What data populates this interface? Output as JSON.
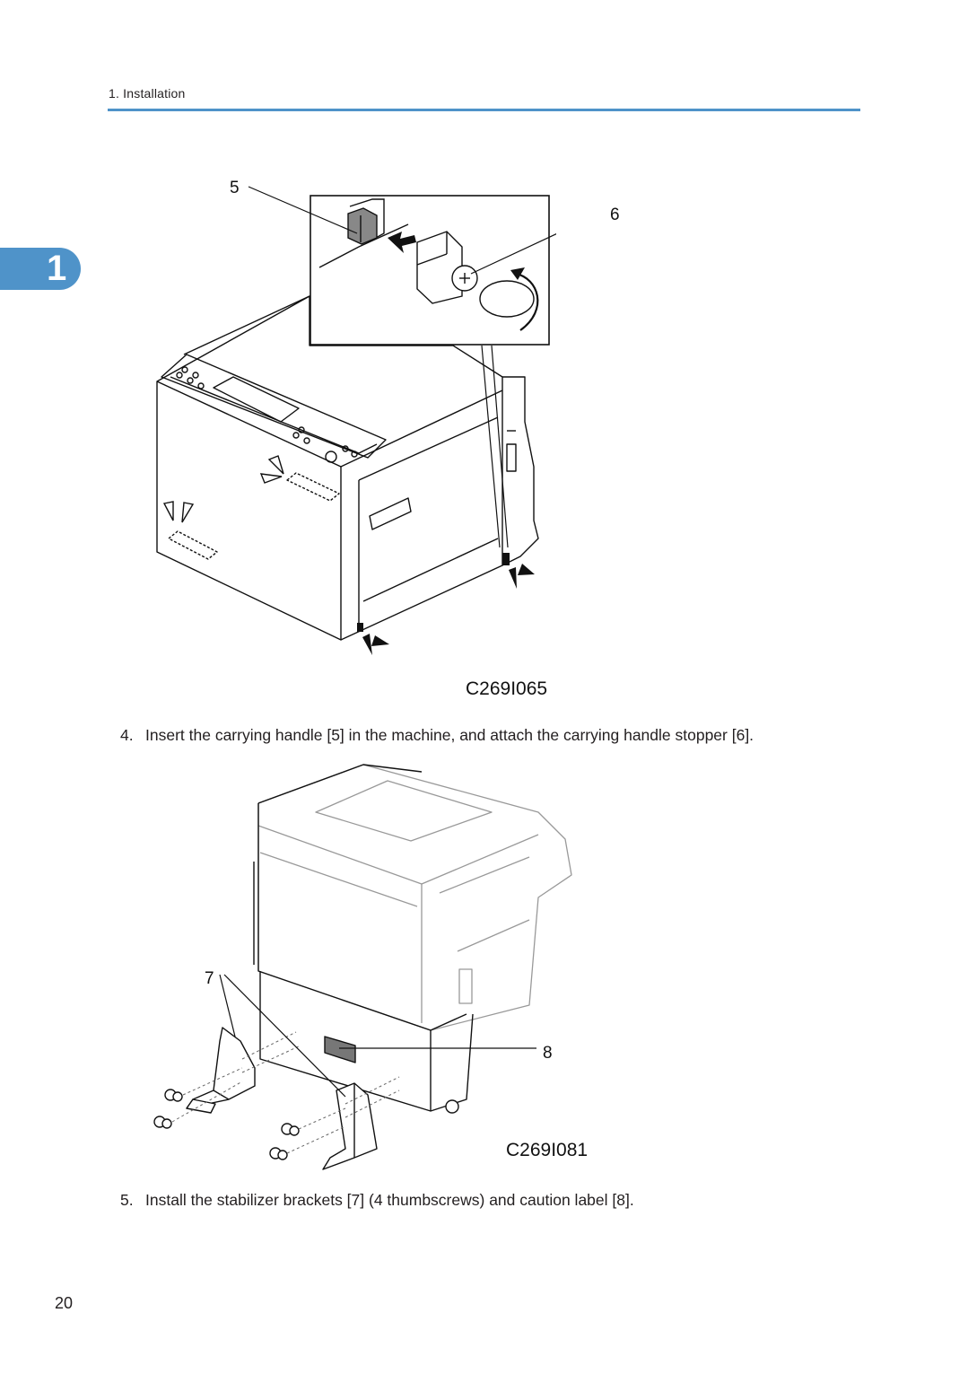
{
  "header": {
    "section": "1. Installation",
    "accent_color": "#4f93c9"
  },
  "chapter_tab": {
    "number": "1"
  },
  "figure_1": {
    "code": "C269I065",
    "callouts": [
      "5",
      "6"
    ]
  },
  "steps": [
    {
      "number": "4.",
      "text": "Insert the carrying handle [5] in the machine, and attach the carrying handle stopper [6]."
    },
    {
      "number": "5.",
      "text": "Install the stabilizer brackets [7] (4 thumbscrews) and caution label [8]."
    }
  ],
  "figure_2": {
    "code": "C269I081",
    "callouts": [
      "7",
      "8"
    ]
  },
  "footer": {
    "page_number": "20"
  }
}
